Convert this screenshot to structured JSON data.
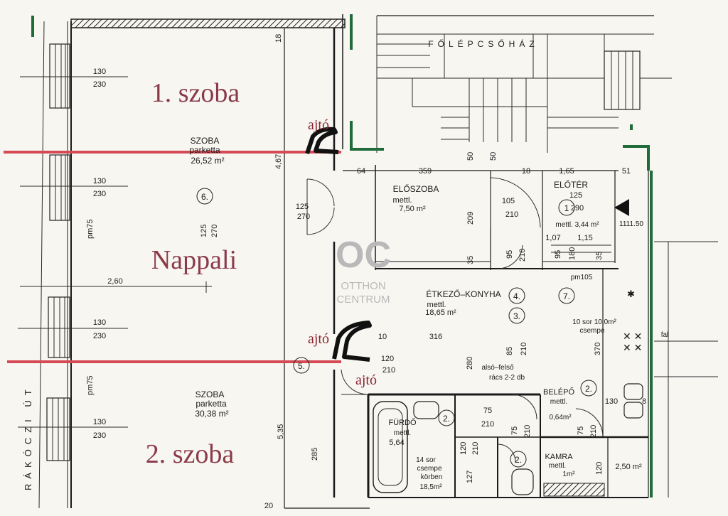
{
  "labels": {
    "stair_hall": "FŐLÉPCSŐHÁZ",
    "room1_title": "1. szoba",
    "room2_title": "2. szoba",
    "living_title": "Nappali",
    "door1": "ajtó",
    "door2": "ajtó",
    "door3": "ajtó",
    "street": "RÁKÓCZI ÚT",
    "room1_name": "SZOBA",
    "room1_floor": "parketta",
    "room1_area": "26,52 m²",
    "room2_name": "SZOBA",
    "room2_floor": "parketta",
    "room2_area": "30,38 m²",
    "hall_name": "ELŐSZOBA",
    "hall_floor": "mettl.",
    "hall_area": "7,50 m²",
    "foyer_name": "ELŐTÉR",
    "foyer_floor": "mettl. 3,44 m²",
    "kitchen_name": "ÉTKEZŐ–KONYHA",
    "kitchen_floor": "mettl.",
    "kitchen_area": "18,65 m²",
    "tile_note1": "10 sor 10,0m²",
    "tile_note2": "csempe",
    "grate_note1": "alsó–felső",
    "grate_note2": "rács 2-2 db",
    "entry_name": "BELÉPŐ",
    "entry_floor": "mettl.",
    "entry_area": "0,64m²",
    "bath_name": "FÜRDŐ",
    "bath_floor": "mettl.",
    "bath_area": "5,64",
    "bath_tile1": "14 sor",
    "bath_tile2": "csempe",
    "bath_tile3": "körben",
    "bath_tile4": "18,5m²",
    "pantry_name": "KAMRA",
    "pantry_floor": "mettl.",
    "pantry_area": "1m²",
    "small_area": "2,50 m²",
    "pm75a": "pm75",
    "pm75b": "pm75",
    "pm105": "pm105",
    "level": "1111.50",
    "fal": "fal"
  },
  "dims": {
    "w1a": "130",
    "w1b": "230",
    "w2a": "130",
    "w2b": "230",
    "w3a": "130",
    "w3b": "230",
    "w4a": "130",
    "w4b": "230",
    "d18": "18",
    "d467": "4,67",
    "d260": "2,60",
    "d535": "5,35",
    "d125a": "125",
    "d270a": "270",
    "d125b": "125",
    "d270b": "270",
    "d64": "64",
    "d359": "359",
    "d18b": "18",
    "d165": "1,65",
    "d51": "51",
    "d50a": "50",
    "d50b": "50",
    "d209": "209",
    "d35a": "35",
    "d105a": "105",
    "d210a": "210",
    "d125c": "125",
    "d290": "290",
    "d107": "1,07",
    "d115": "1,15",
    "d180": "180",
    "d35b": "35",
    "d10": "10",
    "d316": "316",
    "d120": "120",
    "d210b": "210",
    "d85": "85",
    "d210c": "210",
    "d280": "280",
    "d370": "370",
    "d130": "130",
    "d8": "8",
    "d75a": "75",
    "d210d": "210",
    "d75b": "75",
    "d210e": "210",
    "d285": "285",
    "d120b": "120",
    "d210f": "210",
    "d127": "127",
    "d75c": "75",
    "d210g": "210",
    "d120c": "120",
    "d20": "20",
    "d95": "95",
    "d210h": "210",
    "d95b": "95"
  },
  "markers": {
    "m1": "1",
    "m2a": "2.",
    "m2b": "2.",
    "m2c": "2.",
    "m3": "3.",
    "m4": "4.",
    "m5": "5.",
    "m6": "6.",
    "m7": "7."
  },
  "watermark": {
    "logo": "OC",
    "line1": "OTTHON",
    "line2": "CENTRUM"
  },
  "colors": {
    "red_line": "#d64a55",
    "red_text": "#8b2430",
    "title_text": "#8b3a48",
    "green_mark": "#1f6b3a",
    "ink": "#1a1a1a",
    "paper": "#f7f6f1"
  }
}
